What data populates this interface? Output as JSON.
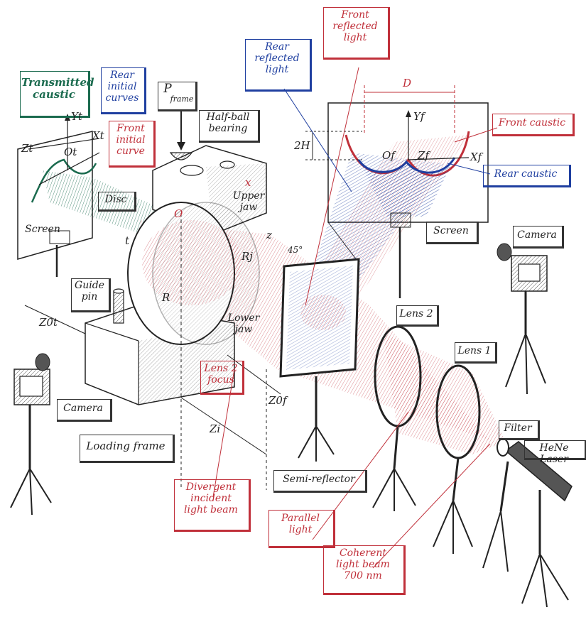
{
  "labels": {
    "transmitted_caustic": "Transmitted\ncaustic",
    "rear_initial_curves": "Rear\ninitial\ncurves",
    "front_initial_curve": "Front\ninitial\ncurve",
    "p_frame": "P",
    "p_frame_sub": "frame",
    "half_ball_bearing": "Half-ball\nbearing",
    "rear_reflected_light": "Rear\nreflected\nlight",
    "front_reflected_light": "Front\nreflected\nlight",
    "front_caustic": "Front caustic",
    "rear_caustic": "Rear caustic",
    "screen_right": "Screen",
    "screen_left": "Screen",
    "disc": "Disc",
    "upper_jaw": "Upper\njaw",
    "lower_jaw": "Lower\njaw",
    "guide_pin": "Guide\npin",
    "camera_left": "Camera",
    "camera_right": "Camera",
    "loading_frame": "Loading frame",
    "lens2": "Lens 2",
    "lens1": "Lens 1",
    "filter": "Filter",
    "laser": "HeNe Laser",
    "semi_reflector": "Semi-reflector",
    "lens2_focus": "Lens 2\nfocus",
    "divergent_beam": "Divergent\nincident\nlight beam",
    "parallel_light": "Parallel\nlight",
    "coherent_beam": "Coherent\nlight beam\n700 nm"
  },
  "symbols": {
    "D": "D",
    "two_h": "2H",
    "yf": "Yf",
    "xf": "Xf",
    "of": "Of",
    "zf": "Zf",
    "yt": "Yt",
    "xt": "Xt",
    "ot": "Ot",
    "zt": "Zt",
    "o": "O",
    "x": "x",
    "z": "z",
    "t": "t",
    "r": "R",
    "rj": "Rj",
    "angle45": "45°",
    "z0t": "Z0t",
    "z0f": "Z0f",
    "zi": "Zi"
  },
  "colors": {
    "red_beam": "#c0303a",
    "blue_beam": "#1f3fa0",
    "green_beam": "#1b6b4f",
    "ink": "#222222"
  }
}
